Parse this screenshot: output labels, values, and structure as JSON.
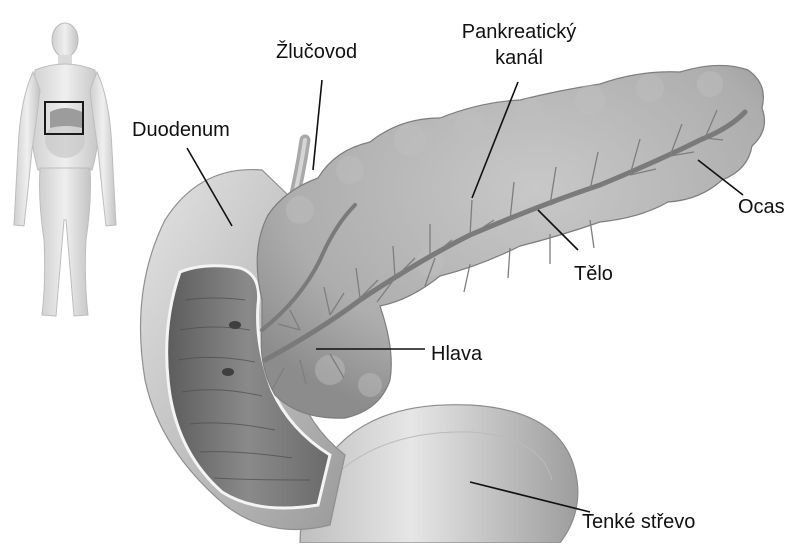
{
  "diagram": {
    "labels": {
      "bile_duct": "Žlučovod",
      "pancreatic_duct_line1": "Pankreatický",
      "pancreatic_duct_line2": "kanál",
      "duodenum": "Duodenum",
      "tail": "Ocas",
      "body": "Tělo",
      "head": "Hlava",
      "small_intestine": "Tenké střevo"
    },
    "colors": {
      "background": "#ffffff",
      "label_text": "#111111",
      "leader_line": "#111111",
      "tissue_light": "#c9c9c9",
      "tissue_mid": "#a9a9a9",
      "tissue_dark": "#6f6f6f",
      "duct": "#777777"
    },
    "icons": {
      "body_figure": "human-body-figure",
      "locator_box": "pancreas-location-box"
    }
  }
}
